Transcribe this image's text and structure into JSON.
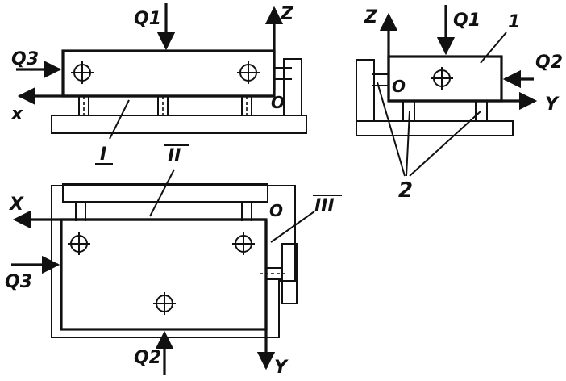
{
  "labels": {
    "q1_top": "Q1",
    "q1_right": "Q1",
    "q2_right": "Q2",
    "q2_plan": "Q2",
    "q3_front": "Q3",
    "q3_plan": "Q3",
    "z_front": "Z",
    "z_side": "Z",
    "x_front": "x",
    "x_plan": "X",
    "y_side": "Y",
    "y_plan": "Y",
    "o_front": "O",
    "o_side": "O",
    "o_plan": "O",
    "roman_1": "I",
    "roman_2": "II",
    "roman_3": "III",
    "num_1": "1",
    "num_2": "2"
  }
}
